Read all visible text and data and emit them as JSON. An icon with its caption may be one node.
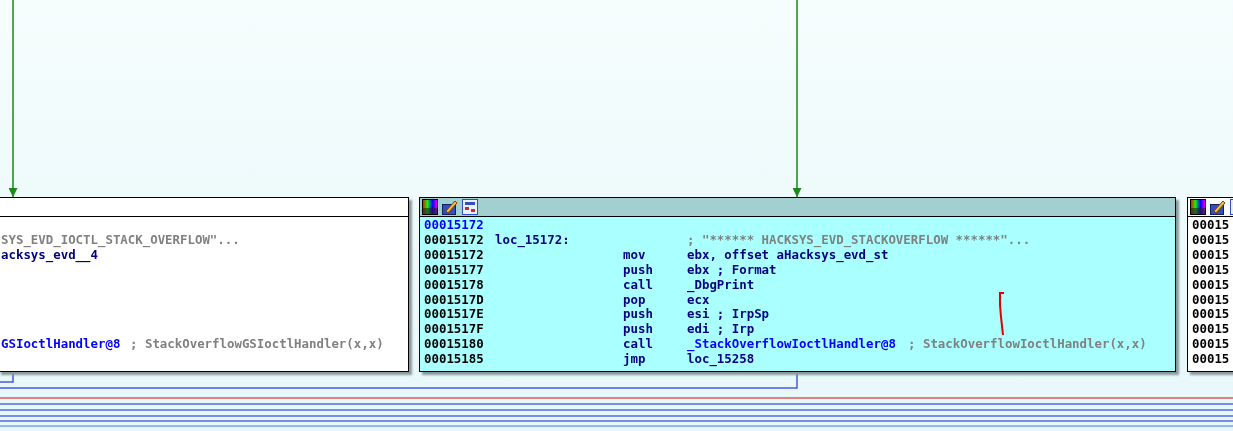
{
  "diagram": {
    "nodes": [
      {
        "text": [
          "SYS_EVD_IOCTL_STACK_OVERFLOW\"...",
          "acksys_evd__4",
          "GSIoctlHandler@8",
          "; StackOverflowGSIoctlHandler(x,x)"
        ]
      },
      {
        "text": [
          "00015172",
          "00015172",
          "loc_15172:",
          "; \"****** HACKSYS_EVD_STACKOVERFLOW ******\"...",
          "00015172",
          "mov",
          "ebx, offset aHacksys_evd_st",
          "00015177",
          "push",
          "ebx ; Format",
          "00015178",
          "call",
          "_DbgPrint",
          "0001517D",
          "pop",
          "ecx",
          "0001517E",
          "push",
          "esi ; IrpSp",
          "0001517F",
          "push",
          "edi ; Irp",
          "00015180",
          "call",
          "_StackOverflowIoctlHandler@8",
          "; StackOverflowIoctlHandler(x,x)",
          "00015185",
          "jmp",
          "loc_15258"
        ]
      },
      {
        "text": [
          "00015",
          "00015",
          "00015",
          "00015",
          "00015",
          "00015",
          "00015",
          "00015",
          "00015",
          "00015"
        ]
      }
    ],
    "edges": [
      {
        "from": null,
        "to": 0,
        "arrow": "to",
        "color": "#1a8a1a"
      },
      {
        "from": null,
        "to": 1,
        "arrow": "to",
        "color": "#1a8a1a"
      },
      {
        "from": 0,
        "to": null,
        "arrow": "none",
        "color": "#4a5adc"
      },
      {
        "from": 1,
        "to": null,
        "arrow": "none",
        "color": "#4a5adc"
      }
    ]
  }
}
